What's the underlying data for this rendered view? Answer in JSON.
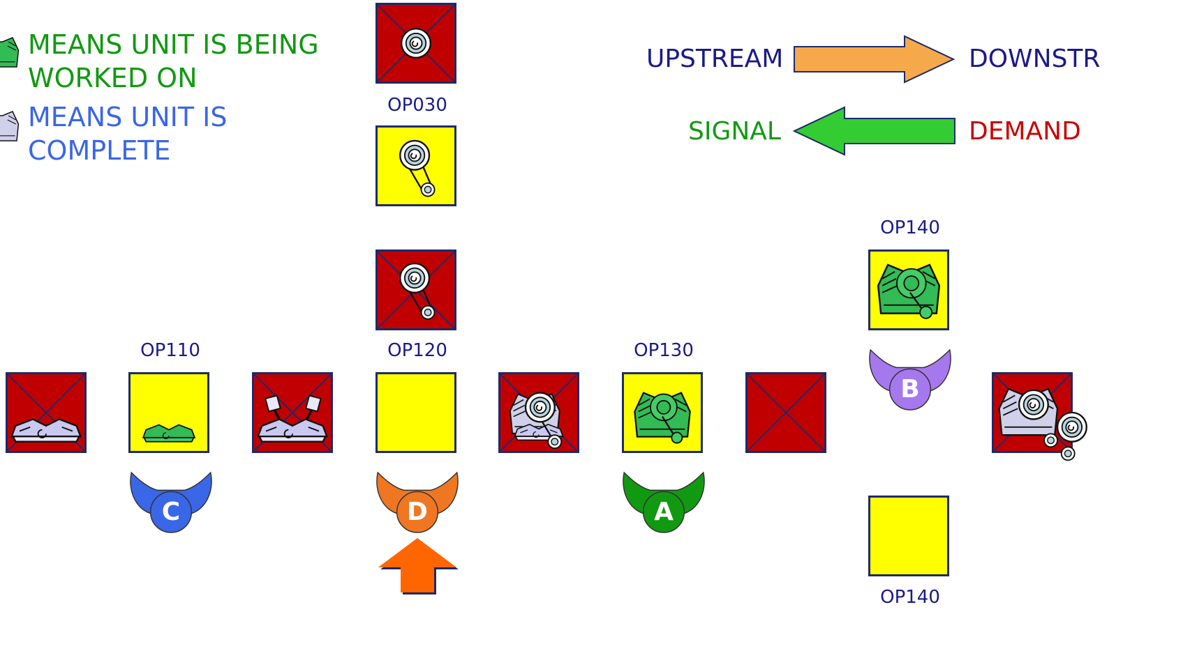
{
  "legend": {
    "working": {
      "line1": "MEANS UNIT IS BEING",
      "line2": "WORKED ON",
      "color": "#119911"
    },
    "complete": {
      "line1": "MEANS UNIT IS",
      "line2": "COMPLETE",
      "color": "#3a66e8"
    }
  },
  "flow": {
    "upstream": "UPSTREAM",
    "downstream": "DOWNSTR",
    "signal": "SIGNAL",
    "demand": "DEMAND",
    "colors": {
      "upstream_arrow": "#f6a94a",
      "signal_arrow": "#33cc33",
      "signal_text": "#119911",
      "demand_text": "#cc0000",
      "text": "#1a1a8a"
    }
  },
  "operations": {
    "op030": "OP030",
    "op110": "OP110",
    "op120": "OP120",
    "op130": "OP130",
    "op140_top": "OP140",
    "op140_bottom": "OP140"
  },
  "kanbans": {
    "a": {
      "letter": "A",
      "color": "#119911"
    },
    "b": {
      "letter": "B",
      "color": "#a678ee"
    },
    "c": {
      "letter": "C",
      "color": "#3a66e8"
    },
    "d": {
      "letter": "D",
      "color": "#f07722"
    }
  },
  "colors": {
    "box_red": "#c00000",
    "box_yellow": "#ffff00",
    "box_border": "#1c2a6b",
    "input_arrow": "#ff6600"
  }
}
